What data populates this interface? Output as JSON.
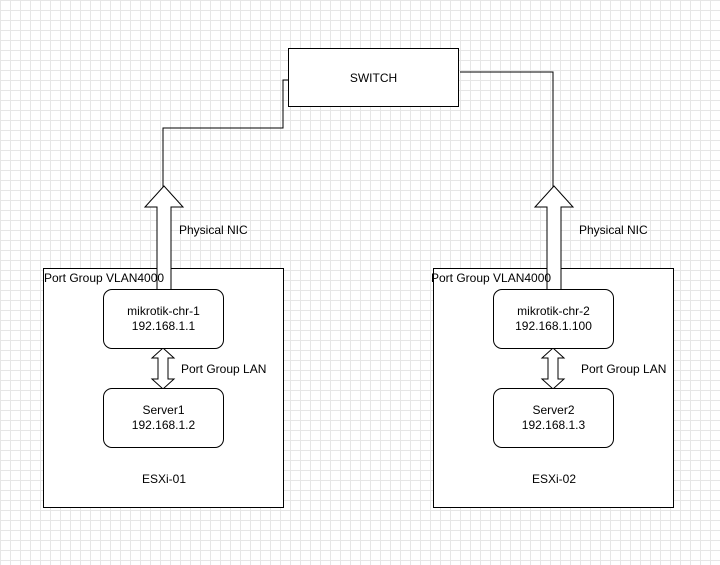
{
  "switch": {
    "label": "SWITCH"
  },
  "hosts": [
    {
      "name": "ESXi-01",
      "port_group_outer": "Port Group VLAN4000",
      "port_group_inner": "Port Group LAN",
      "uplink_label": "Physical NIC",
      "router": {
        "name": "mikrotik-chr-1",
        "ip": "192.168.1.1"
      },
      "server": {
        "name": "Server1",
        "ip": "192.168.1.2"
      }
    },
    {
      "name": "ESXi-02",
      "port_group_outer": "Port Group VLAN4000",
      "port_group_inner": "Port Group LAN",
      "uplink_label": "Physical NIC",
      "router": {
        "name": "mikrotik-chr-2",
        "ip": "192.168.1.100"
      },
      "server": {
        "name": "Server2",
        "ip": "192.168.1.3"
      }
    }
  ]
}
